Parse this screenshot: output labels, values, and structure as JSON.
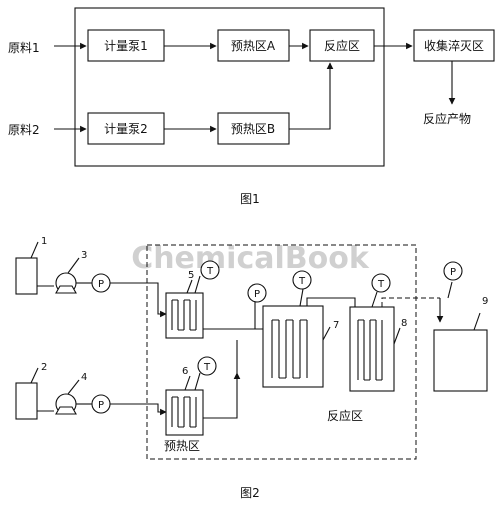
{
  "fig1": {
    "inputs": [
      "原料1",
      "原料2"
    ],
    "pump1": "计量泵1",
    "pump2": "计量泵2",
    "preheat_a": "预热区A",
    "preheat_b": "预热区B",
    "reaction": "反应区",
    "quench": "收集淬灭区",
    "product": "反应产物",
    "caption": "图1"
  },
  "fig2": {
    "watermark": "ChemicalBook",
    "numbers": [
      "1",
      "2",
      "3",
      "4",
      "5",
      "6",
      "7",
      "8",
      "9"
    ],
    "pressure": "P",
    "temperature": "T",
    "preheat_label": "预热区",
    "reaction_label": "反应区",
    "caption": "图2"
  }
}
